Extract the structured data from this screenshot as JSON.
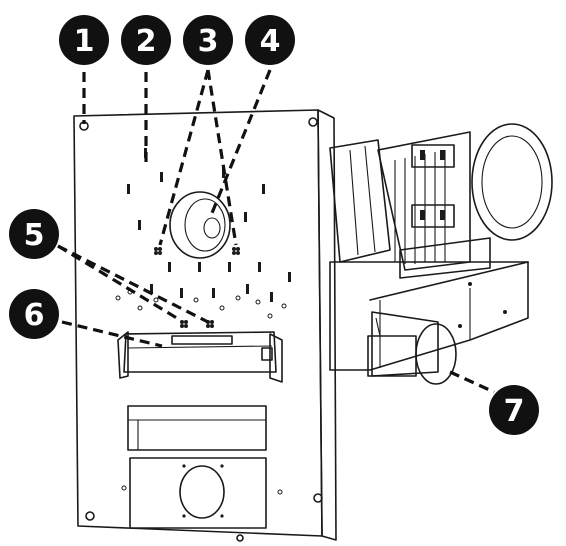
{
  "callouts": [
    {
      "id": "1",
      "label": "1"
    },
    {
      "id": "2",
      "label": "2"
    },
    {
      "id": "3",
      "label": "3"
    },
    {
      "id": "4",
      "label": "4"
    },
    {
      "id": "5",
      "label": "5"
    },
    {
      "id": "6",
      "label": "6"
    },
    {
      "id": "7",
      "label": "7"
    }
  ],
  "colors": {
    "callout_fill": "#111111",
    "callout_text": "#ffffff",
    "line_art": "#1a1a1a",
    "background": "#ffffff"
  }
}
